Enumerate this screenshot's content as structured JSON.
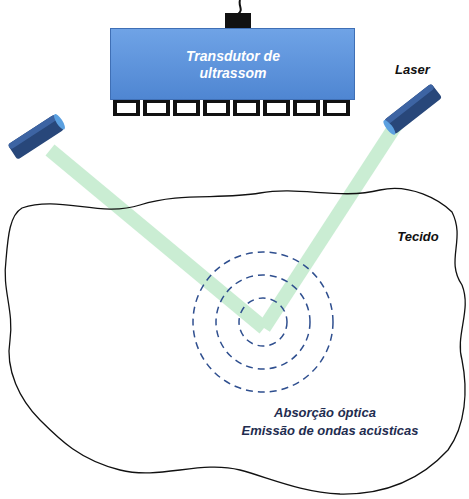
{
  "diagram": {
    "nodes": [
      {
        "text": [
          "Transdutor de ultrassom"
        ]
      },
      {
        "text": [
          "Tecido",
          "Absorção óptica",
          "Emissão de ondas acústicas"
        ]
      }
    ],
    "labels": [
      "Laser"
    ]
  }
}
